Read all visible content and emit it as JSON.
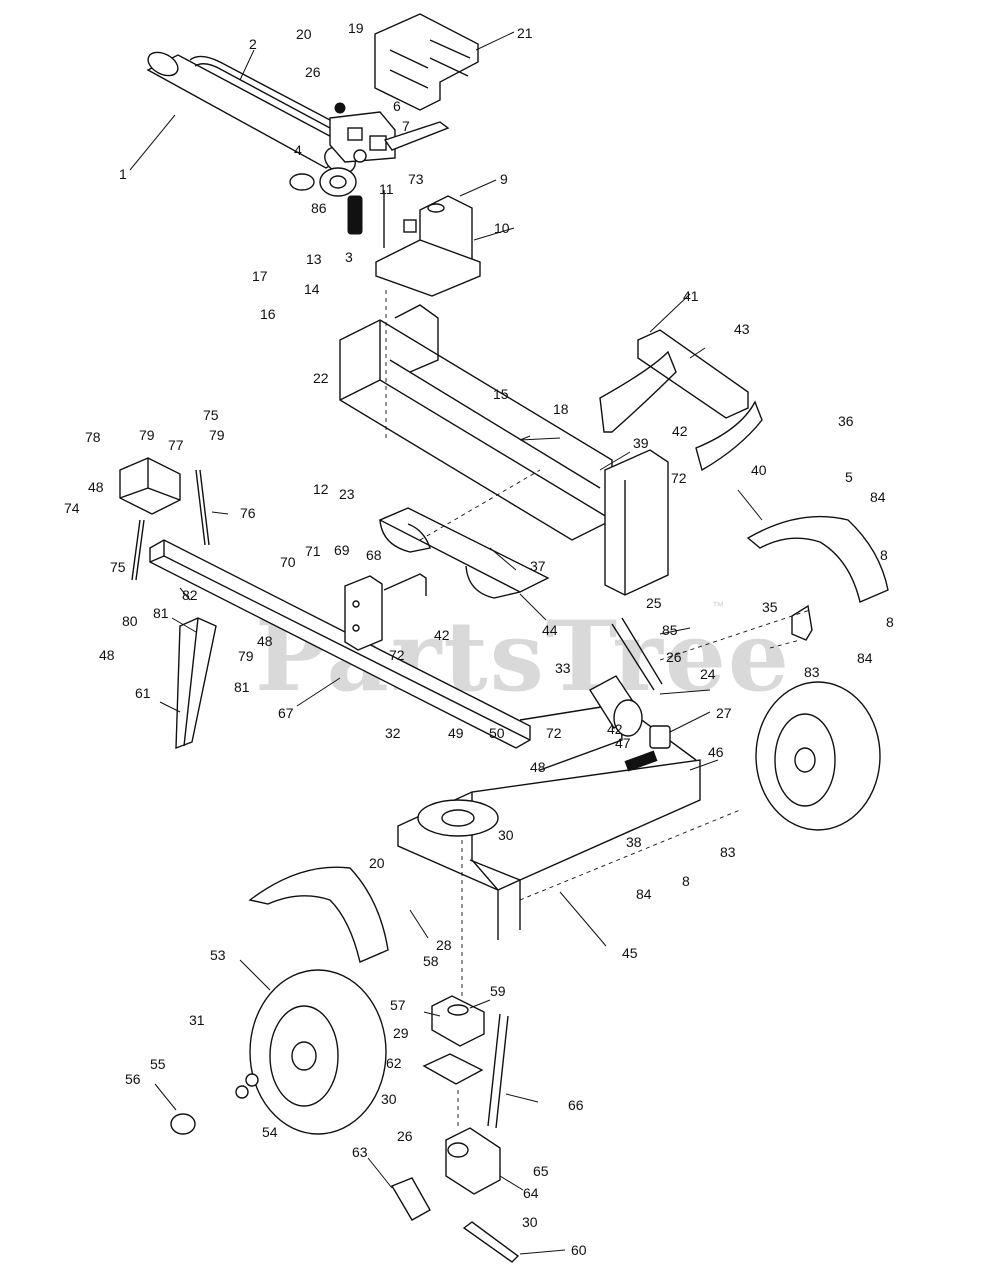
{
  "watermark": {
    "text": "PartsTree",
    "trademark": "™"
  },
  "callouts": [
    {
      "id": "c1",
      "text": "1"
    },
    {
      "id": "c2",
      "text": "2"
    },
    {
      "id": "c3",
      "text": "3"
    },
    {
      "id": "c4",
      "text": "4"
    },
    {
      "id": "c5",
      "text": "5"
    },
    {
      "id": "c6",
      "text": "6"
    },
    {
      "id": "c7",
      "text": "7"
    },
    {
      "id": "c8a",
      "text": "8"
    },
    {
      "id": "c8b",
      "text": "8"
    },
    {
      "id": "c8c",
      "text": "8"
    },
    {
      "id": "c9",
      "text": "9"
    },
    {
      "id": "c10",
      "text": "10"
    },
    {
      "id": "c11",
      "text": "11"
    },
    {
      "id": "c12",
      "text": "12"
    },
    {
      "id": "c13",
      "text": "13"
    },
    {
      "id": "c14",
      "text": "14"
    },
    {
      "id": "c15",
      "text": "15"
    },
    {
      "id": "c16",
      "text": "16"
    },
    {
      "id": "c17",
      "text": "17"
    },
    {
      "id": "c18",
      "text": "18"
    },
    {
      "id": "c19",
      "text": "19"
    },
    {
      "id": "c20a",
      "text": "20"
    },
    {
      "id": "c20b",
      "text": "20"
    },
    {
      "id": "c21",
      "text": "21"
    },
    {
      "id": "c22",
      "text": "22"
    },
    {
      "id": "c23",
      "text": "23"
    },
    {
      "id": "c24",
      "text": "24"
    },
    {
      "id": "c25",
      "text": "25"
    },
    {
      "id": "c26a",
      "text": "26"
    },
    {
      "id": "c26b",
      "text": "26"
    },
    {
      "id": "c26c",
      "text": "26"
    },
    {
      "id": "c27",
      "text": "27"
    },
    {
      "id": "c28",
      "text": "28"
    },
    {
      "id": "c29",
      "text": "29"
    },
    {
      "id": "c30a",
      "text": "30"
    },
    {
      "id": "c30b",
      "text": "30"
    },
    {
      "id": "c30c",
      "text": "30"
    },
    {
      "id": "c31",
      "text": "31"
    },
    {
      "id": "c32",
      "text": "32"
    },
    {
      "id": "c33",
      "text": "33"
    },
    {
      "id": "c35",
      "text": "35"
    },
    {
      "id": "c36",
      "text": "36"
    },
    {
      "id": "c37",
      "text": "37"
    },
    {
      "id": "c38",
      "text": "38"
    },
    {
      "id": "c39",
      "text": "39"
    },
    {
      "id": "c40",
      "text": "40"
    },
    {
      "id": "c41",
      "text": "41"
    },
    {
      "id": "c42a",
      "text": "42"
    },
    {
      "id": "c42b",
      "text": "42"
    },
    {
      "id": "c42c",
      "text": "42"
    },
    {
      "id": "c43",
      "text": "43"
    },
    {
      "id": "c44",
      "text": "44"
    },
    {
      "id": "c45",
      "text": "45"
    },
    {
      "id": "c46",
      "text": "46"
    },
    {
      "id": "c47",
      "text": "47"
    },
    {
      "id": "c48a",
      "text": "48"
    },
    {
      "id": "c48b",
      "text": "48"
    },
    {
      "id": "c48c",
      "text": "48"
    },
    {
      "id": "c48d",
      "text": "48"
    },
    {
      "id": "c49",
      "text": "49"
    },
    {
      "id": "c50",
      "text": "50"
    },
    {
      "id": "c53",
      "text": "53"
    },
    {
      "id": "c54",
      "text": "54"
    },
    {
      "id": "c55",
      "text": "55"
    },
    {
      "id": "c56",
      "text": "56"
    },
    {
      "id": "c57",
      "text": "57"
    },
    {
      "id": "c58",
      "text": "58"
    },
    {
      "id": "c59",
      "text": "59"
    },
    {
      "id": "c60",
      "text": "60"
    },
    {
      "id": "c61",
      "text": "61"
    },
    {
      "id": "c62",
      "text": "62"
    },
    {
      "id": "c63",
      "text": "63"
    },
    {
      "id": "c64",
      "text": "64"
    },
    {
      "id": "c65",
      "text": "65"
    },
    {
      "id": "c66",
      "text": "66"
    },
    {
      "id": "c67",
      "text": "67"
    },
    {
      "id": "c68",
      "text": "68"
    },
    {
      "id": "c69",
      "text": "69"
    },
    {
      "id": "c70",
      "text": "70"
    },
    {
      "id": "c71",
      "text": "71"
    },
    {
      "id": "c72a",
      "text": "72"
    },
    {
      "id": "c72b",
      "text": "72"
    },
    {
      "id": "c72c",
      "text": "72"
    },
    {
      "id": "c73",
      "text": "73"
    },
    {
      "id": "c74",
      "text": "74"
    },
    {
      "id": "c75a",
      "text": "75"
    },
    {
      "id": "c75b",
      "text": "75"
    },
    {
      "id": "c76",
      "text": "76"
    },
    {
      "id": "c77",
      "text": "77"
    },
    {
      "id": "c78",
      "text": "78"
    },
    {
      "id": "c79a",
      "text": "79"
    },
    {
      "id": "c79b",
      "text": "79"
    },
    {
      "id": "c79c",
      "text": "79"
    },
    {
      "id": "c80",
      "text": "80"
    },
    {
      "id": "c81a",
      "text": "81"
    },
    {
      "id": "c81b",
      "text": "81"
    },
    {
      "id": "c82",
      "text": "82"
    },
    {
      "id": "c83a",
      "text": "83"
    },
    {
      "id": "c83b",
      "text": "83"
    },
    {
      "id": "c84a",
      "text": "84"
    },
    {
      "id": "c84b",
      "text": "84"
    },
    {
      "id": "c84c",
      "text": "84"
    },
    {
      "id": "c85",
      "text": "85"
    },
    {
      "id": "c86",
      "text": "86"
    }
  ]
}
